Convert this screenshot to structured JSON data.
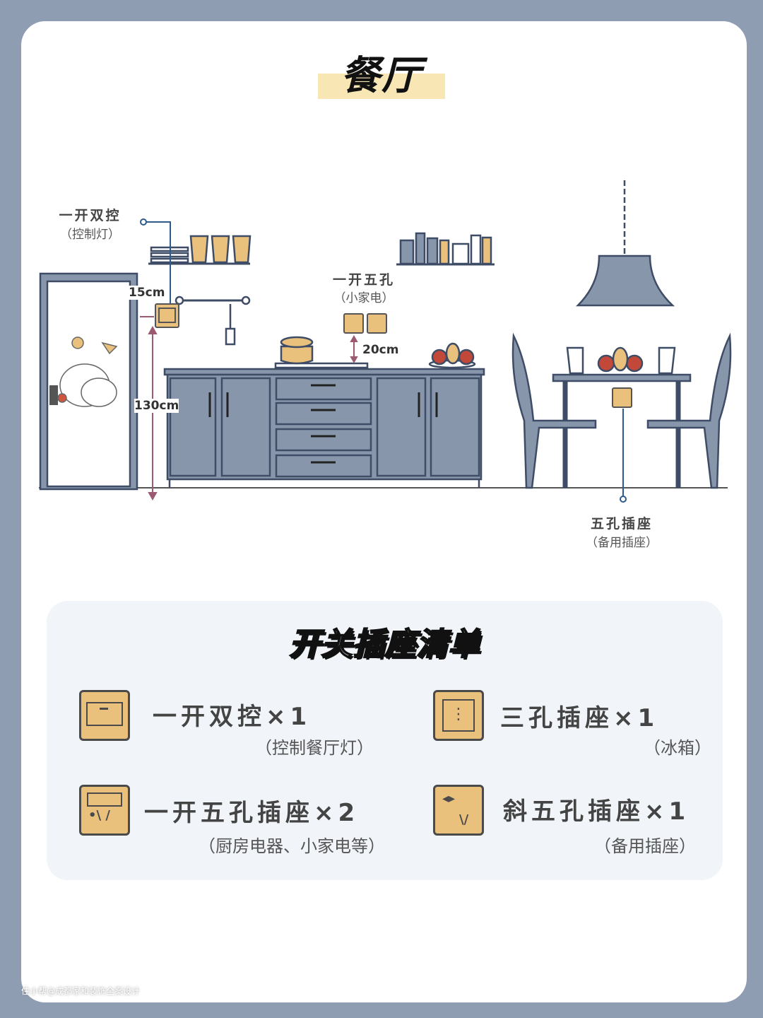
{
  "title": "餐厅",
  "diagram": {
    "switch_label": {
      "name": "一开双控",
      "note": "（控制灯）"
    },
    "outlet5_label": {
      "name": "一开五孔",
      "note": "（小家电）"
    },
    "spare_label": {
      "name": "五孔插座",
      "note": "（备用插座）"
    },
    "dim_side": "15cm",
    "dim_height": "130cm",
    "dim_counter": "20cm"
  },
  "colors": {
    "background": "#8f9db2",
    "furniture": "#8796ab",
    "outline": "#3e4c66",
    "tan": "#e9c17d",
    "highlight": "#f8e6b4",
    "dimension": "#9c5a72",
    "wire": "#2f5a8c"
  },
  "checklist": {
    "title": "开关插座清单",
    "items": [
      {
        "name": "一开双控×1",
        "note": "（控制餐厅灯）",
        "icon": "single-switch-icon"
      },
      {
        "name": "三孔插座×1",
        "note": "（冰箱）",
        "icon": "three-hole-socket-icon"
      },
      {
        "name": "一开五孔插座×2",
        "note": "（厨房电器、小家电等）",
        "icon": "switch-five-hole-socket-icon"
      },
      {
        "name": "斜五孔插座×1",
        "note": "（备用插座）",
        "icon": "slanted-five-hole-socket-icon"
      }
    ]
  },
  "watermark": "住小帮@成都家和装饰全案设计"
}
